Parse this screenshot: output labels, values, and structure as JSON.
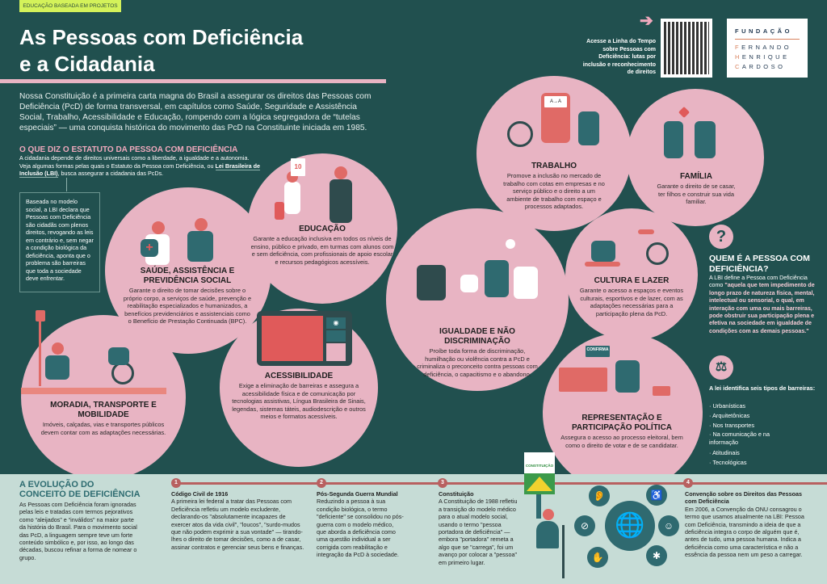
{
  "header": {
    "tag": "EDUCAÇÃO BASEADA EM PROJETOS",
    "title_line1": "As Pessoas com Deficiência",
    "title_line2": "e a Cidadania"
  },
  "intro": "Nossa Constituição é a primeira carta magna do Brasil a assegurar os direitos das Pessoas com Deficiência (PcD) de forma transversal, em capítulos como Saúde, Seguridade e Assistência Social, Trabalho, Acessibilidade e Educação, rompendo com a lógica segregadora de “tutelas especiais” — uma conquista histórica do movimento das PcD na Constituinte iniciada em 1985.",
  "estatuto": {
    "heading": "O QUE DIZ O ESTATUTO DA PESSOA COM DEFICIÊNCIA",
    "text_a": "A cidadania depende de direitos universais como a liberdade, a igualdade e a autonomia. Veja algumas formas pelas quais o Estatuto da Pessoa com Deficiência, ou ",
    "text_bold": "Lei Brasileira de Inclusão (LBI)",
    "text_b": ", busca assegurar a cidadania das PcDs.",
    "box": "Baseada no modelo social, a LBI declara que Pessoas com Deficiência são cidadãs com plenos direitos, revogando as leis em contrário e, sem negar a condição biológica da deficiência, aponta que o problema são barreiras que toda a sociedade deve enfrentar."
  },
  "qr": {
    "text": "Acesse a Linha do Tempo sobre Pessoas com Deficiência: lutas por inclusão e reconhecimento de direitos"
  },
  "logo": {
    "line1": "FUNDAÇÃO",
    "f": "F",
    "line2": "ERNANDO",
    "h": "H",
    "line3": "ENRIQUE",
    "c": "C",
    "line4": "ARDOSO"
  },
  "topics": {
    "educacao": {
      "title": "EDUCAÇÃO",
      "text": "Garante a educação inclusiva em todos os níveis de ensino, público e privado, em turmas com alunos com e sem deficiência, com profissionais de apoio escolar e recursos pedagógicos acessíveis.",
      "grade": "10"
    },
    "saude": {
      "title": "SAÚDE, ASSISTÊNCIA E PREVIDÊNCIA SOCIAL",
      "text": "Garante o direito de tomar decisões sobre o próprio corpo, a serviços de saúde, prevenção e reabilitação especializados e humanizados, a benefícios previdenciários e assistenciais como o Benefício de Prestação Continuada (BPC)."
    },
    "moradia": {
      "title": "MORADIA, TRANSPORTE E MOBILIDADE",
      "text": "Imóveis, calçadas, vias e transportes públicos devem contar com as adaptações necessárias."
    },
    "acessibilidade": {
      "title": "ACESSIBILIDADE",
      "text": "Exige a eliminação de barreiras e assegura a acessibilidade física e de comunicação por tecnologias assistivas, Língua Brasileira de Sinais, legendas, sistemas táteis, audiodescrição e outros meios e formatos acessíveis."
    },
    "trabalho": {
      "title": "TRABALHO",
      "text": "Promove a inclusão no mercado de trabalho com cotas em empresas e no serviço público e o direito a um ambiente de trabalho com espaço e processos adaptados."
    },
    "familia": {
      "title": "FAMÍLIA",
      "text": "Garante o direito de se casar, ter filhos e construir sua vida familiar."
    },
    "igualdade": {
      "title": "IGUALDADE E NÃO DISCRIMINAÇÃO",
      "text": "Proíbe toda forma de discriminação, humilhação ou violência contra a PcD e criminaliza o preconceito contra pessoas com deficiência, o capacitismo e o abandono."
    },
    "cultura": {
      "title": "CULTURA E LAZER",
      "text": "Garante o acesso a espaços e eventos culturais, esportivos e de lazer, com as adaptações necessárias para a participação plena da PcD."
    },
    "representacao": {
      "title": "REPRESENTAÇÃO E PARTICIPAÇÃO POLÍTICA",
      "text": "Assegura o acesso ao processo eleitoral, bem como o direito de votar e de se candidatar.",
      "urn_label": "CONFIRMA"
    }
  },
  "quem": {
    "heading": "QUEM É A PESSOA COM DEFICIÊNCIA?",
    "text_a": "A LBI define a Pessoa com Deficiência como ",
    "quote": "\"aquela que tem impedimento de longo prazo de natureza física, mental, intelectual ou sensorial, o qual, em interação com uma ou mais barreiras, pode obstruir sua participação plena e efetiva na sociedade em igualdade de condições com as demais pessoas.\"",
    "barriers_heading": "A lei identifica seis tipos de barreiras:",
    "barriers": [
      "Urbanísticas",
      "Arquitetônicas",
      "Nos transportes",
      "Na comunicação e na informação",
      "Atitudinais",
      "Tecnológicas"
    ]
  },
  "evolucao": {
    "heading": "A EVOLUÇÃO DO CONCEITO DE DEFICIÊNCIA",
    "text": "As Pessoas com Deficiência foram ignoradas pelas leis e tratadas com termos pejorativos como “aleijados” e “inválidos” na maior parte da história do Brasil. Para o movimento social das PcD, a linguagem sempre teve um forte conteúdo simbólico e, por isso, ao longo das décadas, buscou refinar a forma de nomear o grupo.",
    "steps": [
      {
        "n": "1",
        "title": "Código Civil de 1916",
        "text": "A primeira lei federal a tratar das Pessoas com Deficiência refletiu um modelo excludente, declarando-os \"absolutamente incapazes de exercer atos da vida civil\", \"loucos\", \"surdo-mudos que não podem exprimir a sua vontade\" — tirando-lhes o direito de tomar decisões, como a de casar, assinar contratos e gerenciar seus bens e finanças."
      },
      {
        "n": "2",
        "title": "Pós-Segunda Guerra Mundial",
        "text": "Reduzindo a pessoa à sua condição biológica, o termo \"deficiente\" se consolidou no pós-guerra com o modelo médico, que aborda a deficiência como uma questão individual a ser corrigida com reabilitação e integração da PcD à sociedade."
      },
      {
        "n": "3",
        "title": "Constituição",
        "text": "A Constituição de 1988 refletiu a transição do modelo médico para o atual modelo social, usando o termo \"pessoa portadora de deficiência\" — embora \"portadora\" remeta a algo que se \"carrega\", foi um avanço por colocar a \"pessoa\" em primeiro lugar."
      },
      {
        "n": "4",
        "title": "Convenção sobre os Direitos das Pessoas com Deficiência",
        "text": "Em 2006, a Convenção da ONU consagrou o termo que usamos atualmente na LBI: Pessoa com Deficiência, transmindo a ideia de que a deficiência integra o corpo de alguém que é, antes de tudo, uma pessoa humana. Indica a deficiência como uma característica e não a essência da pessoa nem um peso a carregar."
      }
    ],
    "constituicao_label": "CONSTITUIÇÃO"
  },
  "colors": {
    "background": "#21504f",
    "circle": "#e8b4c3",
    "accent": "#e06a66",
    "bottom": "#c6dcd6",
    "timeline": "#b86060",
    "tag": "#d4f25a"
  }
}
